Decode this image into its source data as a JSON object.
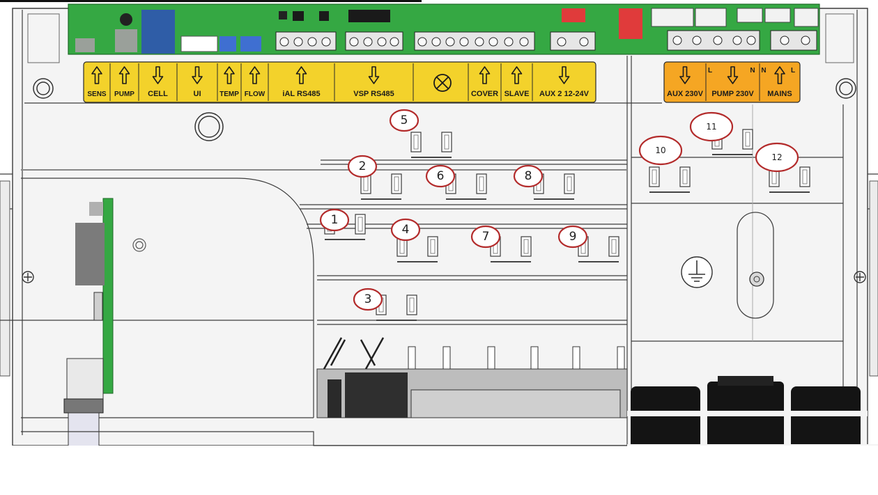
{
  "colors": {
    "pcb": "#35a843",
    "label_strip_low_voltage": "#f3d22b",
    "label_strip_high_voltage": "#f5a623",
    "callout_ring": "#b32b2b",
    "housing": "#f4f4f4",
    "gland": "#141414"
  },
  "low_voltage_labels": [
    {
      "text": "SENS",
      "arrow": "up"
    },
    {
      "text": "PUMP",
      "arrow": "up"
    },
    {
      "text": "CELL",
      "arrow": "down"
    },
    {
      "text": "UI",
      "arrow": "down"
    },
    {
      "text": "TEMP",
      "arrow": "up"
    },
    {
      "text": "FLOW",
      "arrow": "up"
    },
    {
      "text": "iAL RS485",
      "arrow": "up"
    },
    {
      "text": "VSP RS485",
      "arrow": "down"
    },
    {
      "text": "",
      "arrow": "none"
    },
    {
      "text": "COVER",
      "arrow": "up"
    },
    {
      "text": "SLAVE",
      "arrow": "up"
    },
    {
      "text": "AUX 2 12-24V",
      "arrow": "down"
    }
  ],
  "high_voltage_labels": [
    {
      "text": "AUX 230V",
      "arrow": "down",
      "left_mark": "",
      "right_mark": ""
    },
    {
      "text": "PUMP 230V",
      "arrow": "down",
      "left_mark": "L",
      "right_mark": "N"
    },
    {
      "text": "MAINS",
      "arrow": "up",
      "left_mark": "N",
      "right_mark": "L"
    }
  ],
  "callouts": [
    "1",
    "2",
    "3",
    "4",
    "5",
    "6",
    "7",
    "8",
    "9",
    "10",
    "11",
    "12"
  ],
  "icons": {
    "disconnect": "circled-x-icon",
    "earth": "earth-ground-icon"
  }
}
